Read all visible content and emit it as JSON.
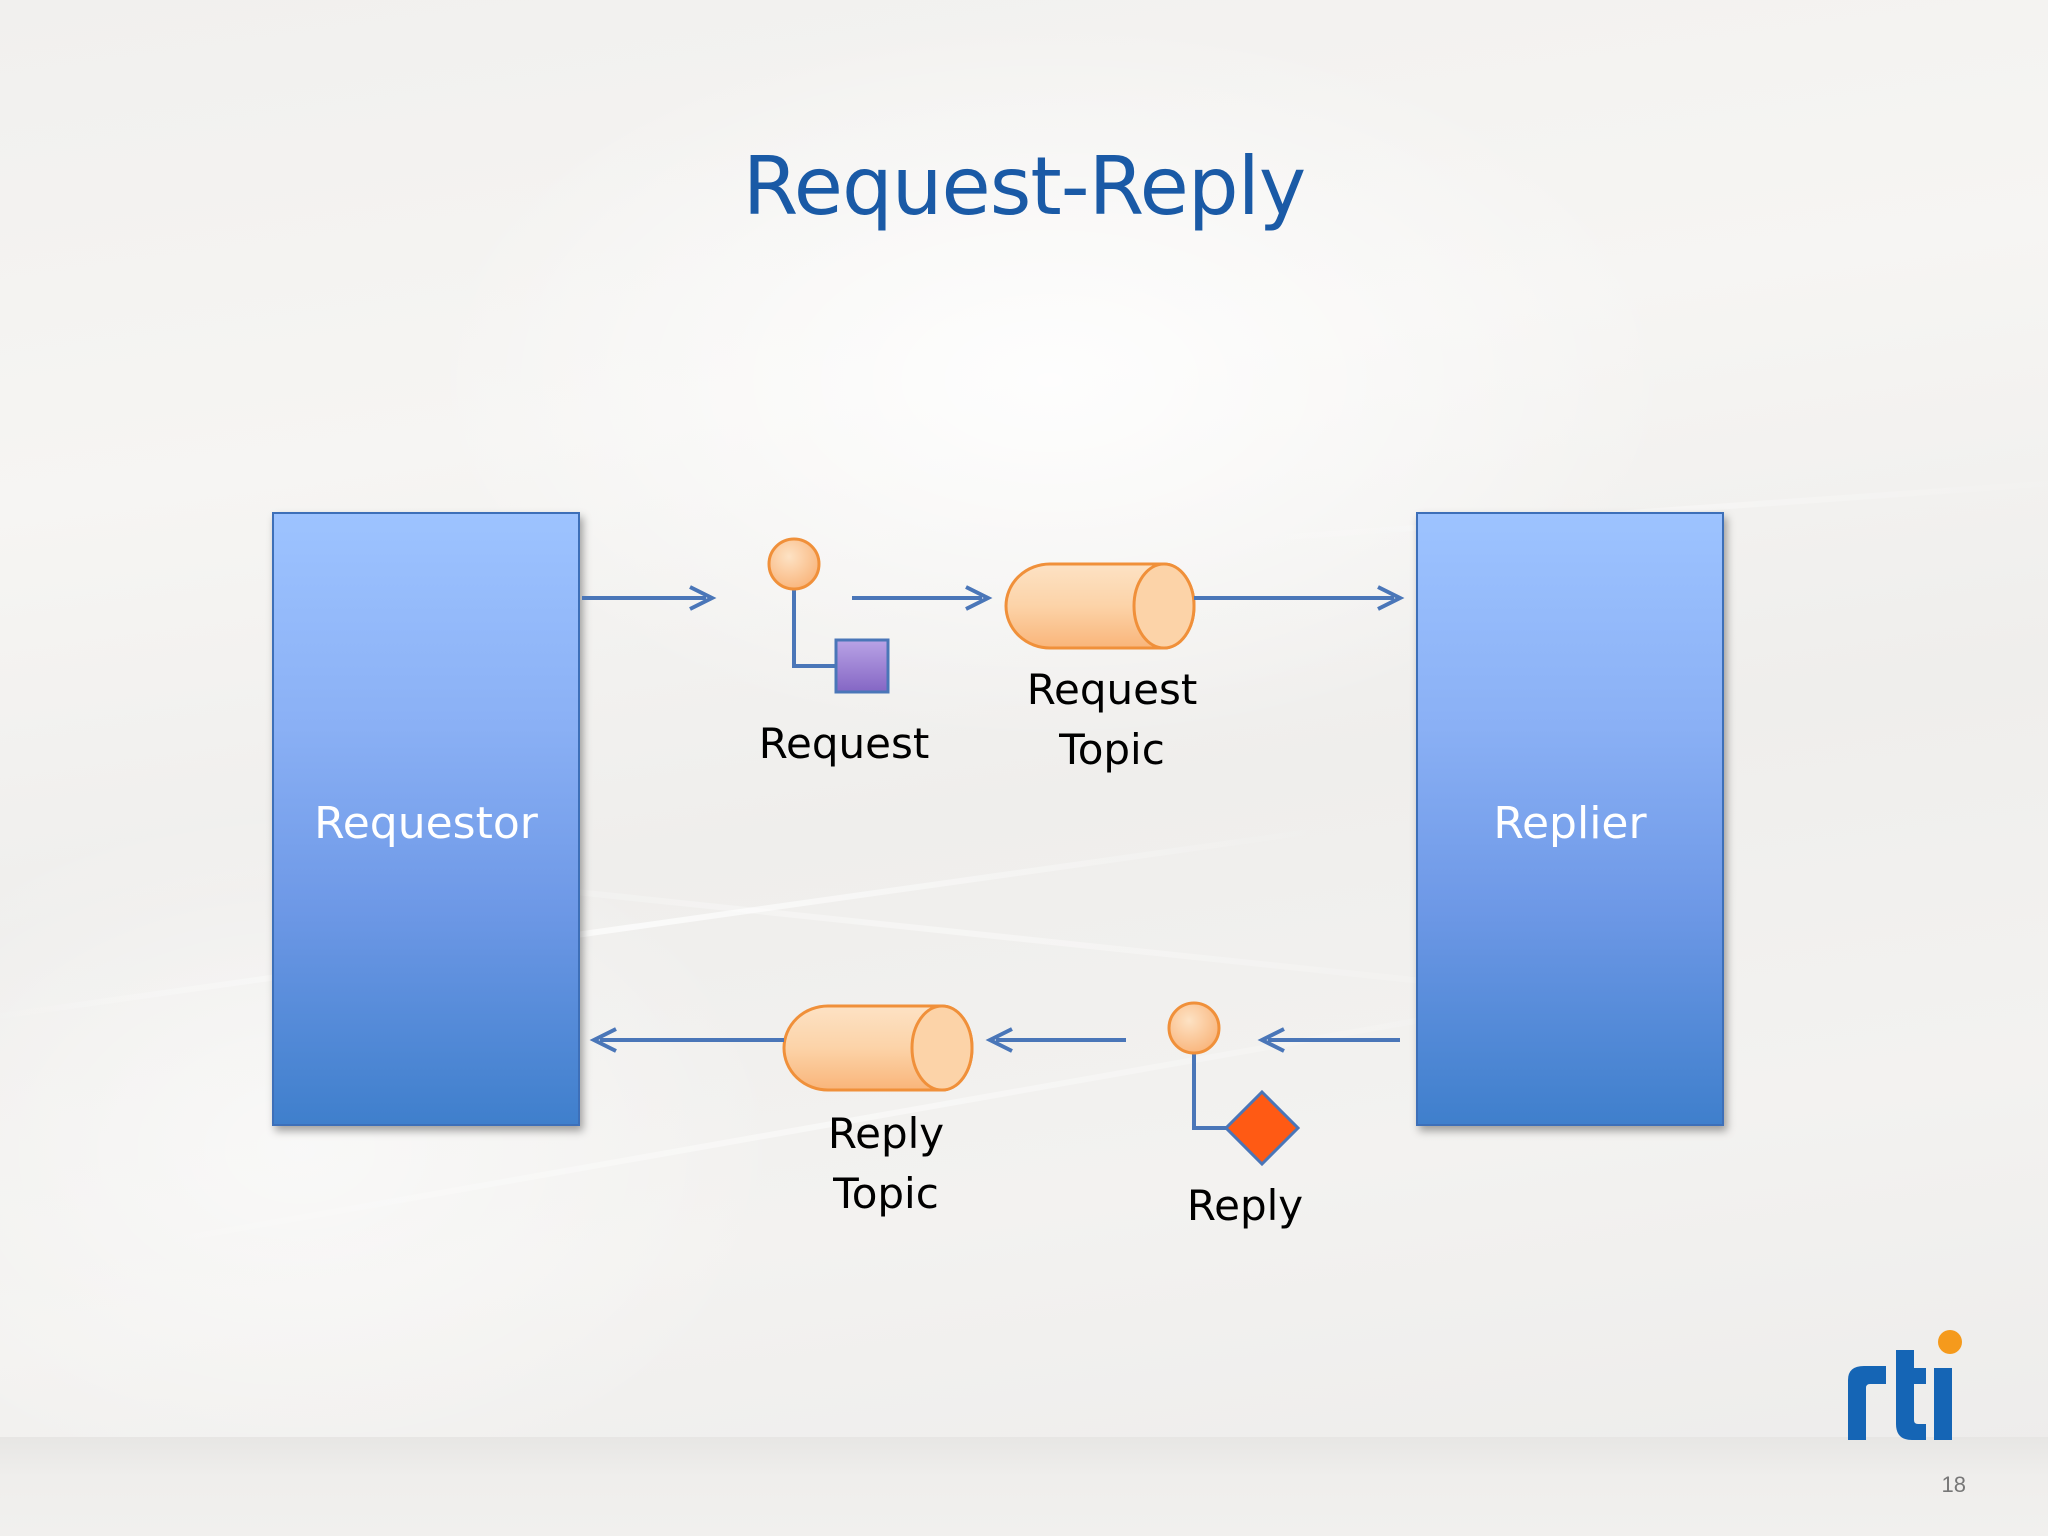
{
  "slide": {
    "title": "Request-Reply",
    "page_number": "18"
  },
  "diagram": {
    "requestor_label": "Requestor",
    "replier_label": "Replier",
    "request_label": "Request",
    "request_topic_label": [
      "Request",
      "Topic"
    ],
    "reply_topic_label": [
      "Reply",
      "Topic"
    ],
    "reply_label": "Reply"
  },
  "logo": {
    "icon": "rti-logo",
    "text": "rti"
  },
  "colors": {
    "title": "#1a5aa6",
    "box_fill_top": "#9dc3ff",
    "box_fill_bottom": "#3f7fcc",
    "arrow": "#4a76b8",
    "cylinder_fill": "#fcd3a8",
    "cylinder_stroke": "#f0903a",
    "request_sample": "#9a7fd0",
    "reply_sample": "#ff5a14",
    "logo_blue": "#1565b5",
    "logo_orange": "#f59a1c"
  }
}
